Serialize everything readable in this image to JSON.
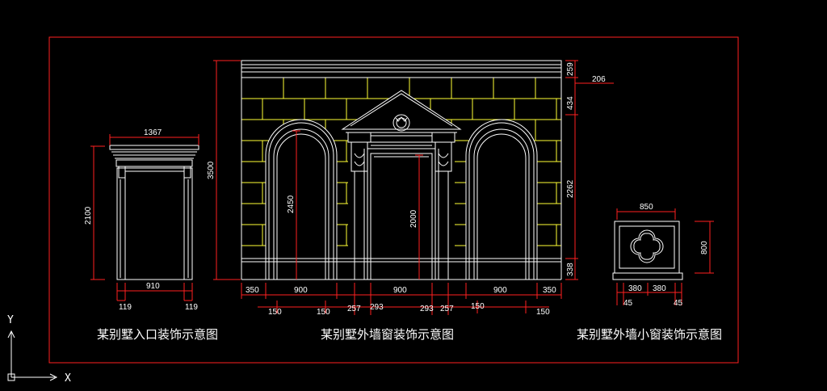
{
  "colors": {
    "background": "#000000",
    "frame": "#ff2020",
    "line": "#ffffff",
    "brick": "#ffff33",
    "dim": "#ff2020",
    "text": "#ffffff"
  },
  "drawings": {
    "entrance": {
      "caption": "某别墅入口装饰示意图",
      "dims": {
        "top_width": "1367",
        "height": "2100",
        "inner_width": "910",
        "left_jamb": "119",
        "right_jamb": "119"
      }
    },
    "window": {
      "caption": "某别墅外墙窗装饰示意图",
      "dims": {
        "total_height": "3500",
        "arch_height": "2450",
        "door_height": "2000",
        "right_stack": [
          "259",
          "434",
          "2262",
          "338"
        ],
        "right_offset": "206",
        "bottom_main": [
          "350",
          "900",
          "900",
          "900",
          "350"
        ],
        "bottom_sub": [
          "150",
          "150",
          "257",
          "293",
          "293",
          "257",
          "150",
          "150"
        ]
      }
    },
    "small_window": {
      "caption": "某别墅外墙小窗装饰示意图",
      "dims": {
        "width": "850",
        "height": "800",
        "halves": [
          "380",
          "380"
        ],
        "edges": [
          "45",
          "45"
        ]
      }
    }
  },
  "ucs": {
    "x_label": "X",
    "y_label": "Y"
  }
}
